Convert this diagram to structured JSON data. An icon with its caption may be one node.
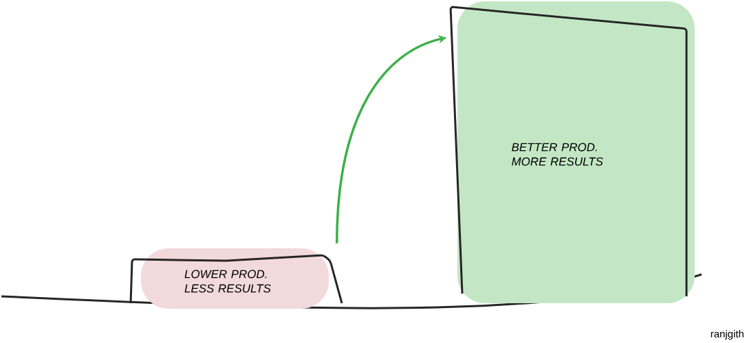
{
  "diagram": {
    "nodes": [
      {
        "text": [
          "LOWER PROD. LESS RESULTS"
        ]
      },
      {
        "text": [
          "BETTER PROD. MORE RESULTS"
        ]
      }
    ],
    "edges": [
      {
        "from": 0,
        "to": 1,
        "arrow": "to",
        "color": "#3cb04a"
      }
    ],
    "labels": [
      "ranjgith"
    ]
  }
}
